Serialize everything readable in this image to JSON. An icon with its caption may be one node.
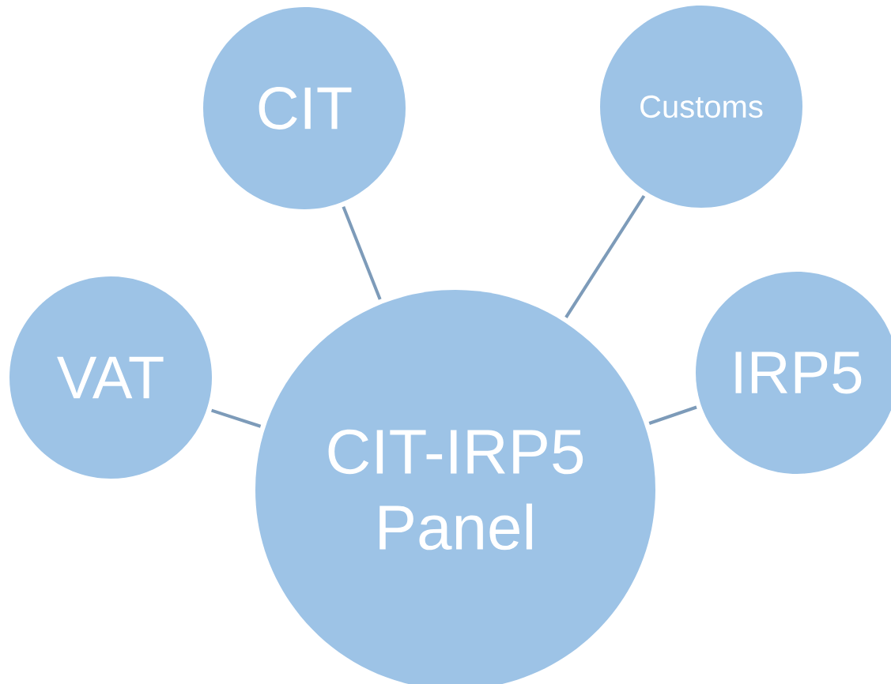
{
  "diagram": {
    "nodes": [
      {
        "text": [
          "CIT"
        ]
      },
      {
        "text": [
          "Customs"
        ]
      },
      {
        "text": [
          "VAT"
        ]
      },
      {
        "text": [
          "IRP5"
        ]
      },
      {
        "text": [
          "CIT-IRP5 Panel"
        ]
      }
    ],
    "edges": [
      {
        "from": 4,
        "to": 0,
        "arrow": "none"
      },
      {
        "from": 4,
        "to": 1,
        "arrow": "none"
      },
      {
        "from": 4,
        "to": 2,
        "arrow": "none"
      },
      {
        "from": 4,
        "to": 3,
        "arrow": "none"
      }
    ]
  }
}
